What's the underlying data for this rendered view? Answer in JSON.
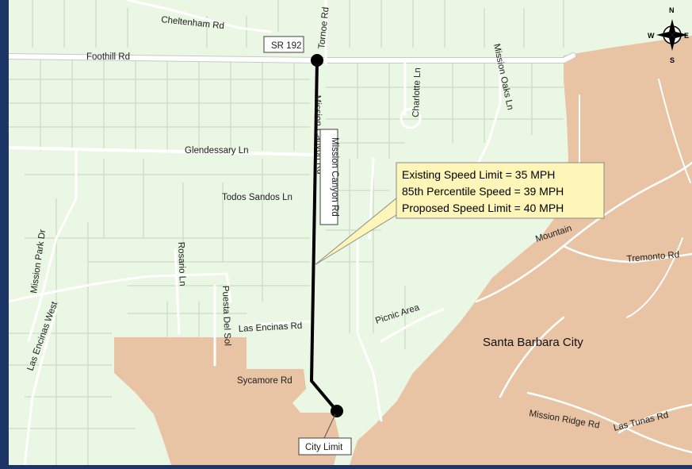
{
  "map": {
    "streets": {
      "cheltenham": "Cheltenham Rd",
      "foothill": "Foothill Rd",
      "tornoe": "Tornoe Rd",
      "charlotte": "Charlotte Ln",
      "mission_oaks": "Mission Oaks Ln",
      "glendesary": "Glendessary Ln",
      "mission_canyon_top": "Mission Canyon Rd",
      "mission_canyon_box": "Mission Canyon Rd",
      "todos_santos": "Todos Sandos Ln",
      "mission_park": "Mission Park Dr",
      "rosario": "Rosario Ln",
      "las_encinas_west": "Las Encinas West",
      "puesta_del_sol": "Puesta Del Sol",
      "las_encinas": "Las Encinas Rd",
      "sycamore": "Sycamore Rd",
      "picnic": "Picnic Area",
      "mountain": "Mountain",
      "tremonto": "Tremonto Rd",
      "mission_ridge": "Mission Ridge Rd",
      "las_tunas": "Las Tunas Rd"
    },
    "city_name": "Santa Barbara City",
    "route_label": "SR 192",
    "city_limit_label": "City Limit",
    "callout": {
      "line1": "Existing Speed Limit = 35 MPH",
      "line2": "85th Percentile Speed = 39 MPH",
      "line3": "Proposed Speed Limit = 40 MPH"
    },
    "compass": {
      "n": "N",
      "s": "S",
      "e": "E",
      "w": "W"
    },
    "colors": {
      "county_land": "#eaf7e4",
      "city_land": "#e8c3a4",
      "route": "#000000",
      "frame": "#1d3566",
      "callout_fill": "#fdf6b8"
    }
  }
}
